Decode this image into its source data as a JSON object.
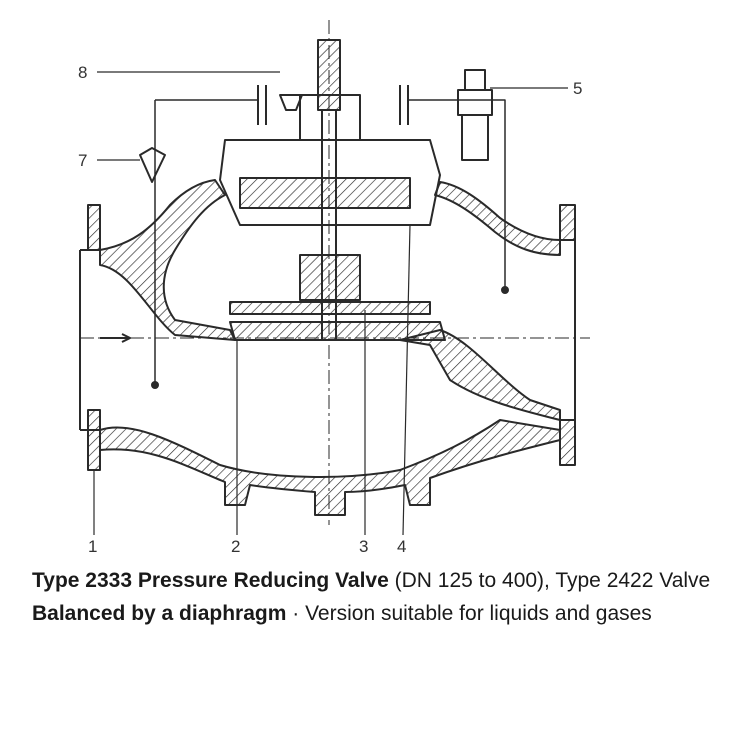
{
  "callouts": {
    "c1": "1",
    "c2": "2",
    "c3": "3",
    "c4": "4",
    "c5": "5",
    "c7": "7",
    "c8": "8"
  },
  "caption": {
    "line1_bold": "Type 2333 Pressure Reducing Valve",
    "line1_regular": " (DN 125 to 400), Type 2422 Valve",
    "line2_bold": "Balanced by a diaphragm",
    "line2_regular": " · Version suitable for liquids and gases"
  },
  "colors": {
    "line": "#2a2a2a",
    "text": "#1a1a1a"
  }
}
